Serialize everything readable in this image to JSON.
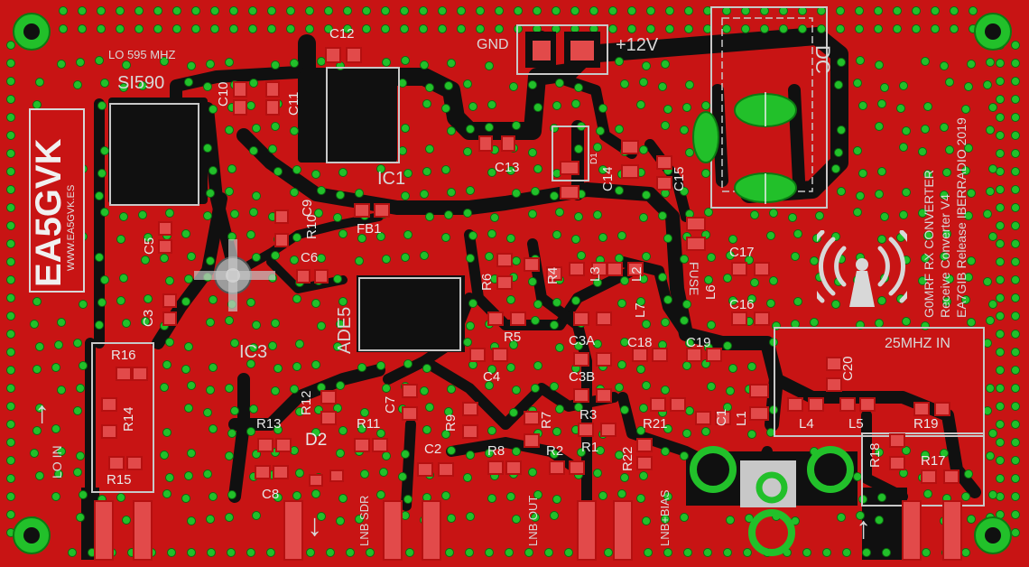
{
  "board": {
    "colors": {
      "copper": "#c81414",
      "trace": "#101010",
      "pad": "#e24a4a",
      "via": "#22c02a",
      "silk": "#d8d8d8"
    },
    "logo": {
      "call": "EA5GVK",
      "url": "WWW.EA5GVK.ES"
    },
    "lo_label": "LO 595 MHZ",
    "si_label": "SI590",
    "ic1": "IC1",
    "ic3": "IC3",
    "ades": "ADE5",
    "dc": "DC",
    "gnd": "GND",
    "v12": "+12V",
    "fuse": "FUSE",
    "mhz25": "25MHZ IN",
    "lnb_sdr": "LNB SDR",
    "lnb_out": "LNB OUT",
    "lnb_bias": "LNB+BIAS",
    "lo_in": "LO IN",
    "title_lines": [
      "G0MRF RX CONVERTER",
      "Receive Converter V4",
      "EA7GIB Release IBERRADIO 2019"
    ],
    "refs": {
      "c12": "C12",
      "c10": "C10",
      "c11": "C11",
      "c13": "C13",
      "c14": "C14",
      "c15": "C15",
      "c5": "C5",
      "c9": "C9",
      "r10": "R10",
      "fb1": "FB1",
      "c6": "C6",
      "c3": "C3",
      "r16": "R16",
      "r14": "R14",
      "r15": "R15",
      "r6": "R6",
      "r4": "R4",
      "l3": "L3",
      "l2": "L2",
      "r5": "R5",
      "c4": "C4",
      "c3a": "C3A",
      "c3b": "C3B",
      "r3": "R3",
      "l7": "L7",
      "c18": "C18",
      "c19": "C19",
      "c17": "C17",
      "l6": "L6",
      "c16": "C16",
      "c20": "C20",
      "r12": "R12",
      "r13": "R13",
      "r11": "R11",
      "c7": "C7",
      "r9": "R9",
      "r7": "R7",
      "r8": "R8",
      "r2": "R2",
      "r1": "R1",
      "c2": "C2",
      "d2": "D2",
      "c8": "C8",
      "r21": "R21",
      "c1": "C1",
      "l1": "L1",
      "r22": "R22",
      "l4": "L4",
      "l5": "L5",
      "r19": "R19",
      "r18": "R18",
      "r17": "R17",
      "d1": "D1"
    }
  }
}
